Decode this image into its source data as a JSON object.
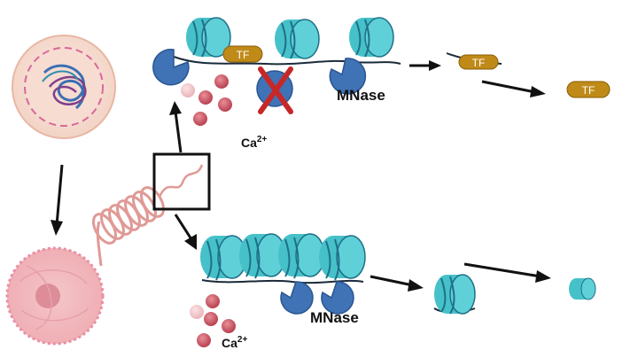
{
  "labels": {
    "mnase_top": "MNase",
    "mnase_bottom": "MNase",
    "ca_top_base": "Ca",
    "ca_top_sup": "2+",
    "ca_bottom_base": "Ca",
    "ca_bottom_sup": "2+",
    "tf_bound": "TF",
    "tf_released_1": "TF",
    "tf_released_2": "TF"
  },
  "colors": {
    "nucleosome": "#46c1c9",
    "nucleosome_dark": "#1f6f86",
    "mnase": "#3f73b6",
    "tf": "#c08a18",
    "calcium": "#c24a5a",
    "inhibit_x": "#c62828",
    "cell_fill": "#f6ddd2",
    "nucleus_ring": "#e18fa6",
    "dna_coil": "#e09a96"
  }
}
